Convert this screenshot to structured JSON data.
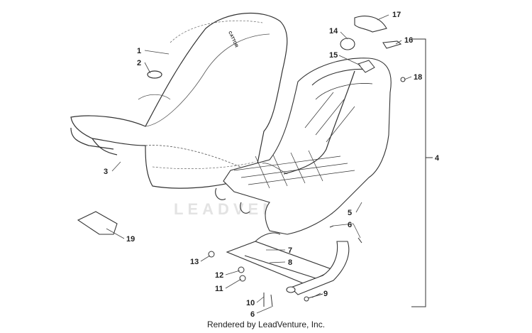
{
  "diagram": {
    "callouts": [
      {
        "id": "c1",
        "label": "1"
      },
      {
        "id": "c2",
        "label": "2"
      },
      {
        "id": "c3",
        "label": "3"
      },
      {
        "id": "c4",
        "label": "4"
      },
      {
        "id": "c5",
        "label": "5"
      },
      {
        "id": "c6a",
        "label": "6"
      },
      {
        "id": "c6b",
        "label": "6"
      },
      {
        "id": "c7",
        "label": "7"
      },
      {
        "id": "c8",
        "label": "8"
      },
      {
        "id": "c9",
        "label": "9"
      },
      {
        "id": "c10",
        "label": "10"
      },
      {
        "id": "c11",
        "label": "11"
      },
      {
        "id": "c12",
        "label": "12"
      },
      {
        "id": "c13",
        "label": "13"
      },
      {
        "id": "c14",
        "label": "14"
      },
      {
        "id": "c15",
        "label": "15"
      },
      {
        "id": "c16",
        "label": "16"
      },
      {
        "id": "c17",
        "label": "17"
      },
      {
        "id": "c18",
        "label": "18"
      },
      {
        "id": "c19",
        "label": "19"
      }
    ],
    "seat_logo": "CATTOR",
    "watermark": "LEADVENTURE",
    "footer": "Rendered by LeadVenture, Inc."
  }
}
